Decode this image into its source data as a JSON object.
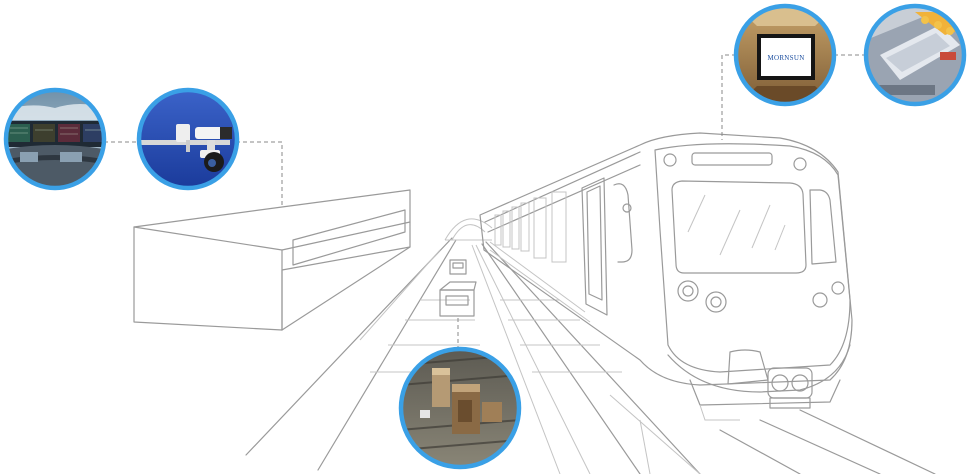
{
  "scene": {
    "monitor_brand": "MORNSUN",
    "accent_color": "#3aa0e6",
    "line_color": "#9a9a9a"
  },
  "bubbles": [
    {
      "id": "control-room",
      "icon": "control-room-monitors-photo"
    },
    {
      "id": "surveillance-camera",
      "icon": "cctv-camera-photo"
    },
    {
      "id": "onboard-display",
      "icon": "onboard-display-monitor-photo"
    },
    {
      "id": "onboard-equipment",
      "icon": "onboard-equipment-panel-photo"
    },
    {
      "id": "trackside-equipment",
      "icon": "trackside-boxes-photo"
    }
  ]
}
